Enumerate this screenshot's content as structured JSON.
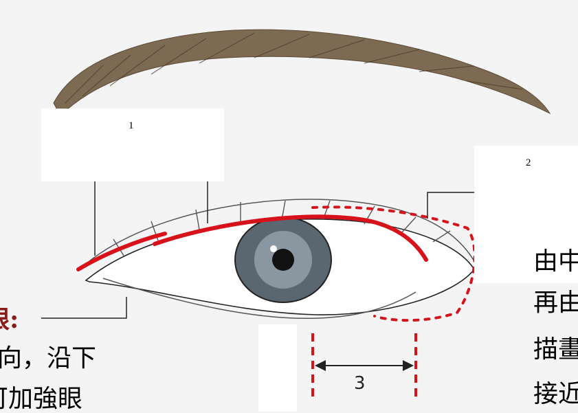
{
  "labels": {
    "one": "1",
    "two": "2",
    "three": "3"
  },
  "left_text": {
    "heading": "眼:",
    "line1": "向，沿下",
    "line2": "可加強眼"
  },
  "right_text": {
    "line1": "由中",
    "line2": "再由",
    "line3": "描畫",
    "line4": "接近"
  },
  "colors": {
    "eyeliner_red": "#d8121b",
    "heading_red": "#8b1a1a",
    "brow": "#6b5a44",
    "iris": "#5a6670"
  }
}
